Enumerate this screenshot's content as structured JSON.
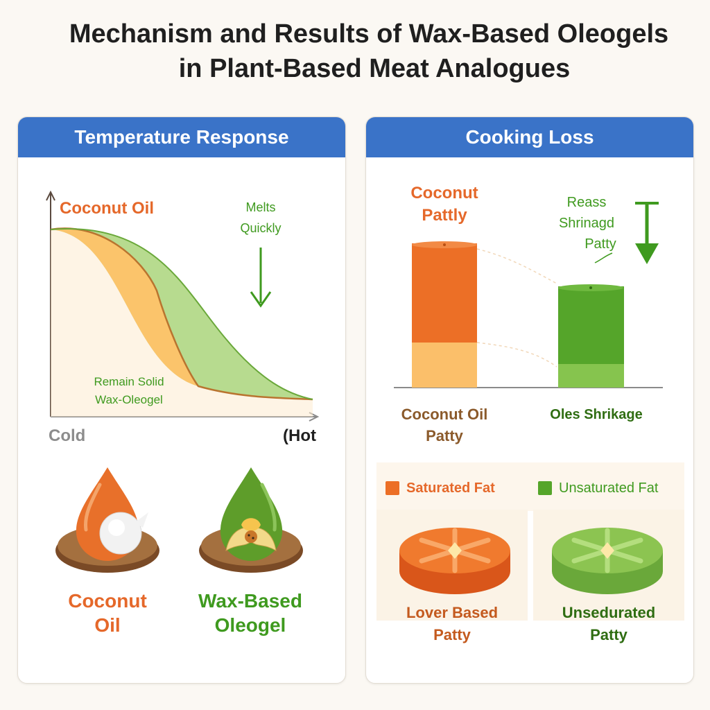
{
  "title": {
    "line1": "Mechanism and Results of Wax-Based Oleogels",
    "line2": "in Plant-Based Meat Analogues"
  },
  "left_panel": {
    "header": "Temperature Response",
    "curve_label_coconut": "Coconut Oil",
    "melts_line1": "Melts",
    "melts_line2": "Quickly",
    "remain_line1": "Remain Solid",
    "remain_line2": "Wax-Oleogel",
    "x_left": "Cold",
    "x_right": "(Hot",
    "icon_coconut_line1": "Coconut",
    "icon_coconut_line2": "Oil",
    "icon_wax_line1": "Wax-Based",
    "icon_wax_line2": "Oleogel"
  },
  "right_panel": {
    "header": "Cooking Loss",
    "coconut_top_line1": "Coconut",
    "coconut_top_line2": "Pattly",
    "reduced_line1": "Reass",
    "reduced_line2": "Shrinagd",
    "reduced_line3": "Patty",
    "bar_label_coconut_line1": "Coconut Oil",
    "bar_label_coconut_line2": "Patty",
    "bar_label_oleo": "Oles Shrikage",
    "legend_saturated": "Saturated Fat",
    "legend_unsaturated": "Unsaturated Fat",
    "patty_left_line1": "Lover  Based",
    "patty_left_line2": "Patty",
    "patty_right_line1": "Unsedurated",
    "patty_right_line2": "Patty"
  },
  "colors": {
    "header_blue": "#3a73c8",
    "orange": "#e5682a",
    "green": "#3f9a1f",
    "light_orange": "#fbc46b",
    "light_green": "#b7db8f"
  }
}
